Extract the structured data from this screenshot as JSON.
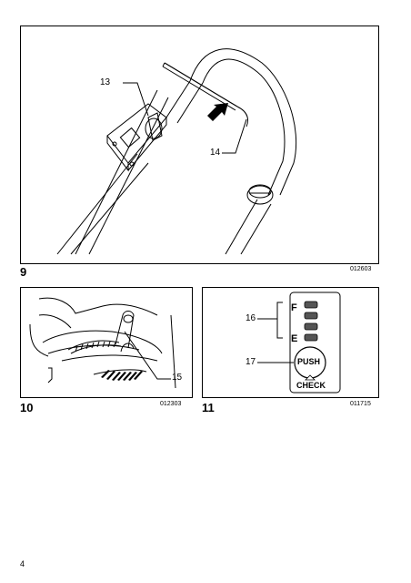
{
  "page": {
    "number": "4"
  },
  "figures": [
    {
      "number": "9",
      "code": "012603",
      "callouts": [
        "13",
        "14"
      ]
    },
    {
      "number": "10",
      "code": "012303",
      "callouts": [
        "15"
      ]
    },
    {
      "number": "11",
      "code": "011715",
      "callouts": [
        "16",
        "17"
      ]
    }
  ],
  "fuel_gauge": {
    "full_label": "F",
    "empty_label": "E",
    "push_label": "PUSH",
    "check_label": "CHECK"
  }
}
